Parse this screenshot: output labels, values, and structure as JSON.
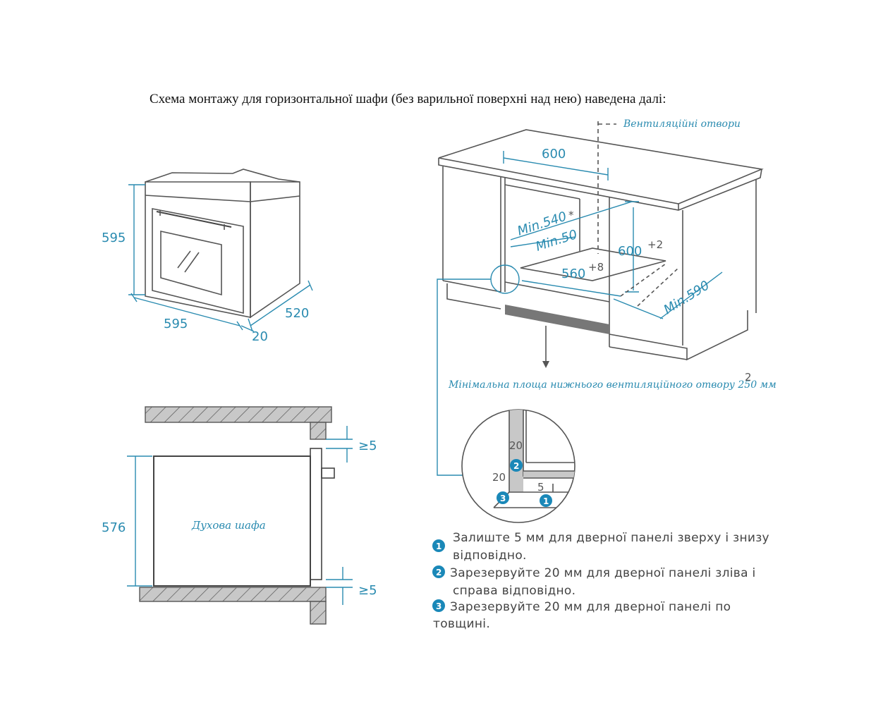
{
  "caption": "Схема монтажу для горизонтальної шафи (без варильної поверхні над нею) наведена далі:",
  "oven": {
    "height": "595",
    "width": "595",
    "depth": "520",
    "door": "20"
  },
  "cabinet": {
    "vent_label": "Вентиляційні отвори",
    "w600": "600",
    "min540": "Min.540",
    "min540_star": "*",
    "min50": "Min.50",
    "h600": "600",
    "h600_tol": "+2",
    "w560": "560",
    "w560_tol": "+8",
    "min590": "Min.590",
    "bottom_vent_note": "Мінімальна площа нижнього вентиляційного отвору 250 мм",
    "bottom_vent_sup": "2"
  },
  "side": {
    "height": "576",
    "label": "Духова шафа",
    "gap_top": "≥5",
    "gap_bottom": "≥5"
  },
  "detail": {
    "t20a": "20",
    "t20b": "20",
    "t5": "5"
  },
  "legend": {
    "b1": "1",
    "b2": "2",
    "b3": "3",
    "l1a": "Залиште 5 мм для дверної панелі зверху і знизу",
    "l1b": "відповідно.",
    "l2a": "Зарезервуйте 20 мм для дверної панелі зліва і",
    "l2b": "справа відповідно.",
    "l3a": "Зарезервуйте 20 мм для дверної панелі по",
    "l3b": "товщині."
  },
  "colors": {
    "accent": "#2a8bb0",
    "line": "#555555"
  }
}
